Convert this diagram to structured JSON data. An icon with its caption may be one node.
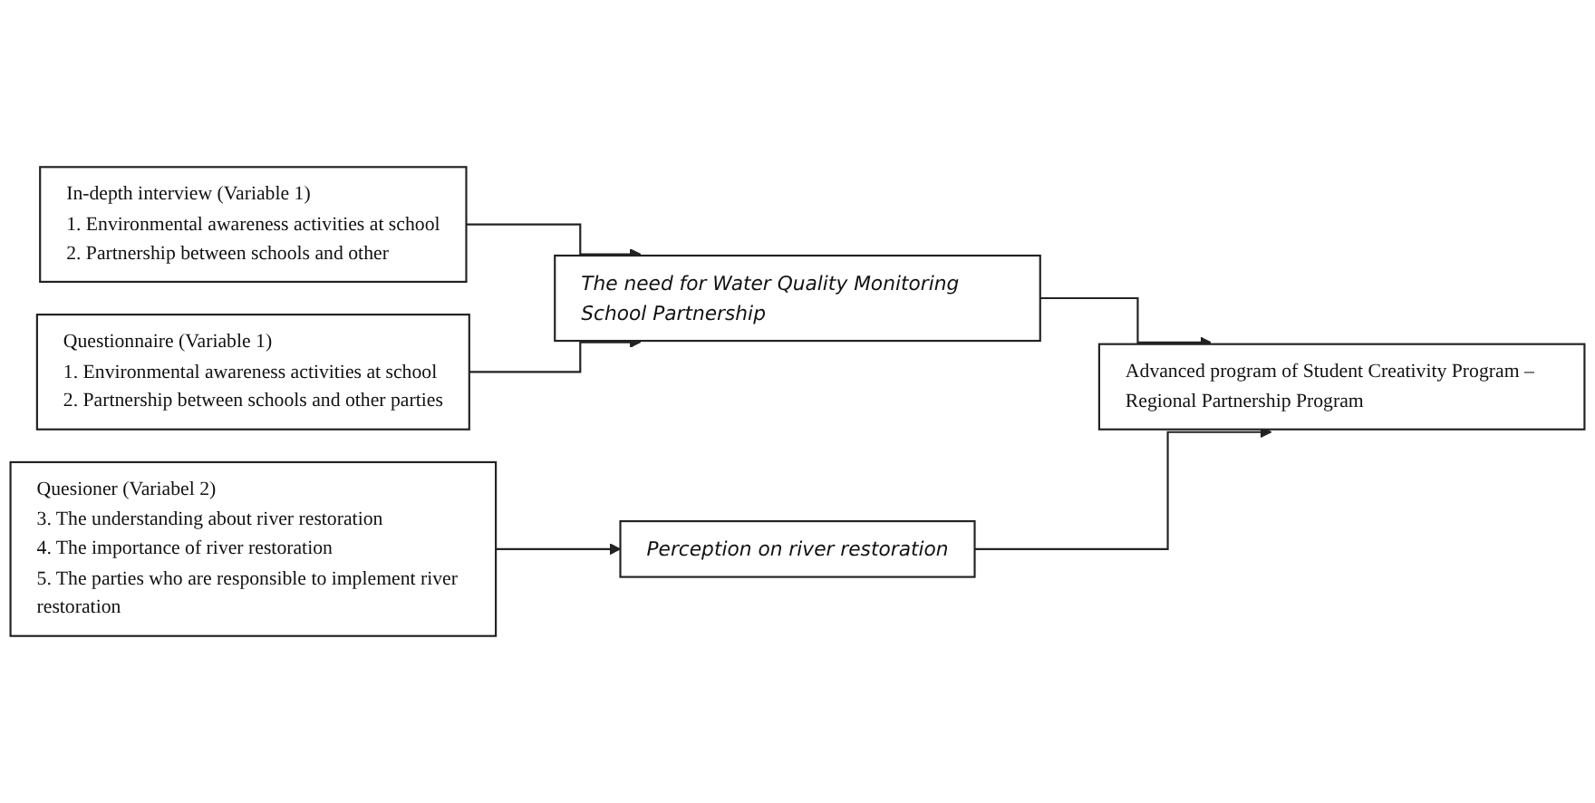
{
  "diagram": {
    "nodes": [
      {
        "text": [
          "In-depth interview (Variable 1)",
          "1. Environmental awareness activities at school",
          "2. Partnership between schools and other"
        ]
      },
      {
        "text": [
          "The need for Water Quality Monitoring School Partnership"
        ]
      },
      {
        "text": [
          "Questionnaire (Variable 1)",
          "1. Environmental awareness activities at school",
          "2. Partnership between schools and other parties"
        ]
      },
      {
        "text": [
          "Advanced program of Student Creativity Program – Regional Partnership Program"
        ]
      },
      {
        "text": [
          "Quesioner (Variabel 2)",
          "3. The understanding about river restoration",
          "4. The importance of river restoration",
          "5. The parties who are responsible to implement river restoration"
        ]
      },
      {
        "text": [
          "Perception on river restoration"
        ]
      }
    ],
    "edges": [
      {
        "from": 0,
        "to": 1,
        "arrow": "to"
      },
      {
        "from": 2,
        "to": 1,
        "arrow": "to"
      },
      {
        "from": 1,
        "to": 3,
        "arrow": "to"
      },
      {
        "from": 4,
        "to": 5,
        "arrow": "to"
      },
      {
        "from": 5,
        "to": 3,
        "arrow": "to"
      }
    ]
  }
}
